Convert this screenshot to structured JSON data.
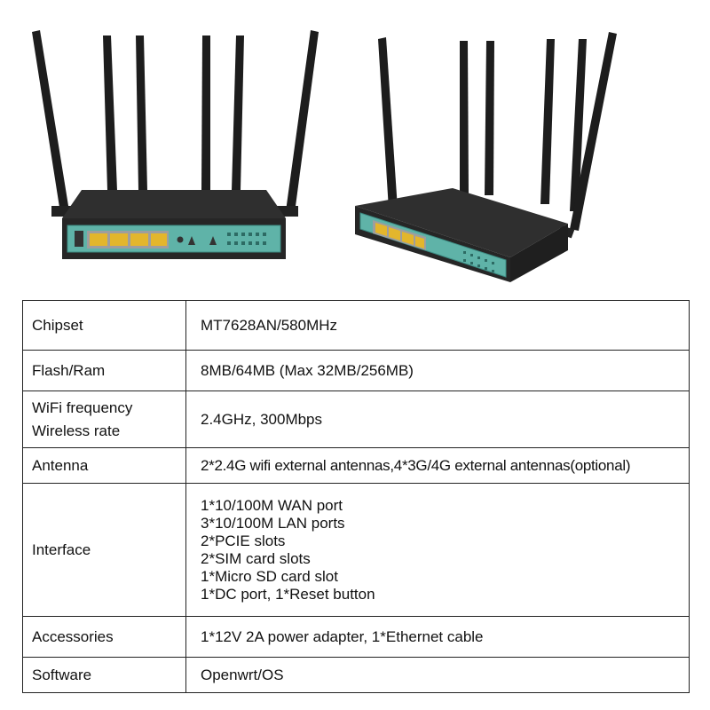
{
  "specs": [
    {
      "label": [
        "Chipset"
      ],
      "value": [
        "MT7628AN/580MHz"
      ]
    },
    {
      "label": [
        "Flash/Ram"
      ],
      "value": [
        "8MB/64MB (Max 32MB/256MB)"
      ]
    },
    {
      "label": [
        "WiFi frequency",
        "Wireless rate"
      ],
      "value": [
        "2.4GHz, 300Mbps"
      ]
    },
    {
      "label": [
        "Antenna"
      ],
      "value": [
        "2*2.4G wifi external antennas,4*3G/4G external antennas(optional)"
      ]
    },
    {
      "label": [
        "Interface"
      ],
      "value": [
        "1*10/100M WAN port",
        "3*10/100M LAN ports",
        "2*PCIE slots",
        "2*SIM card slots",
        "1*Micro SD card slot",
        "1*DC port, 1*Reset button"
      ]
    },
    {
      "label": [
        "Accessories"
      ],
      "value": [
        "1*12V 2A power adapter, 1*Ethernet cable"
      ]
    },
    {
      "label": [
        "Software"
      ],
      "value": [
        "Openwrt/OS"
      ]
    }
  ],
  "colors": {
    "router_body": "#2b2b2b",
    "front_panel": "#5fb3a8",
    "ethernet_port": "#e3b62c",
    "table_border": "#222222"
  }
}
